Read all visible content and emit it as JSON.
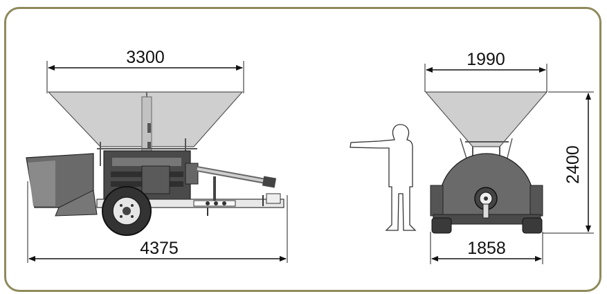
{
  "dimensions": {
    "side_width": "3300",
    "side_length": "4375",
    "front_top_width": "1990",
    "front_height": "2400",
    "front_bottom_width": "1858"
  },
  "colors": {
    "frame": "#8e8a5c",
    "hopper": "#cfcfcf",
    "machine_dark": "#3a3a3a",
    "machine_mid": "#6e6e6e",
    "line": "#222222"
  }
}
